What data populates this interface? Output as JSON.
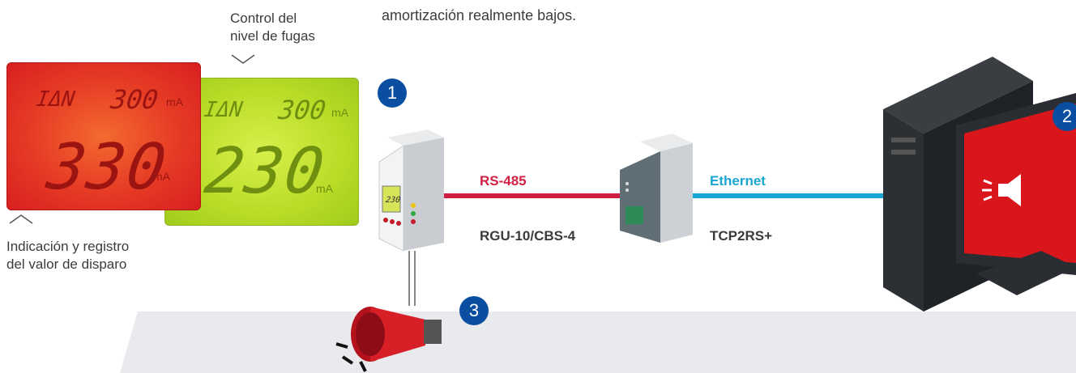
{
  "header_fragment": "amortización realmente bajos.",
  "leak_control_label": [
    "Control del",
    "nivel de fugas"
  ],
  "trip_label": [
    "Indicación y registro",
    "del valor de disparo"
  ],
  "display_red": {
    "symbol": "IΔN",
    "setpoint": "300",
    "setpoint_unit": "mA",
    "reading": "330",
    "reading_unit": "mA"
  },
  "display_green": {
    "symbol": "IΔN",
    "setpoint": "300",
    "setpoint_unit": "mA",
    "reading": "230",
    "reading_unit": "mA"
  },
  "links": {
    "rs485": {
      "label": "RS-485",
      "device": "RGU-10/CBS-4",
      "color": "#cf1f43"
    },
    "ethernet": {
      "label": "Ethernet",
      "device": "TCP2RS+",
      "color": "#19a6d2"
    }
  },
  "badges": [
    "1",
    "2",
    "3"
  ],
  "device_screen": "230",
  "colors": {
    "badge": "#0a4ea2",
    "floor": "#e8eaee",
    "alarm": "#d7121d"
  },
  "icons": [
    "chevron-down-icon",
    "chevron-up-icon",
    "speaker-icon",
    "siren-icon"
  ]
}
